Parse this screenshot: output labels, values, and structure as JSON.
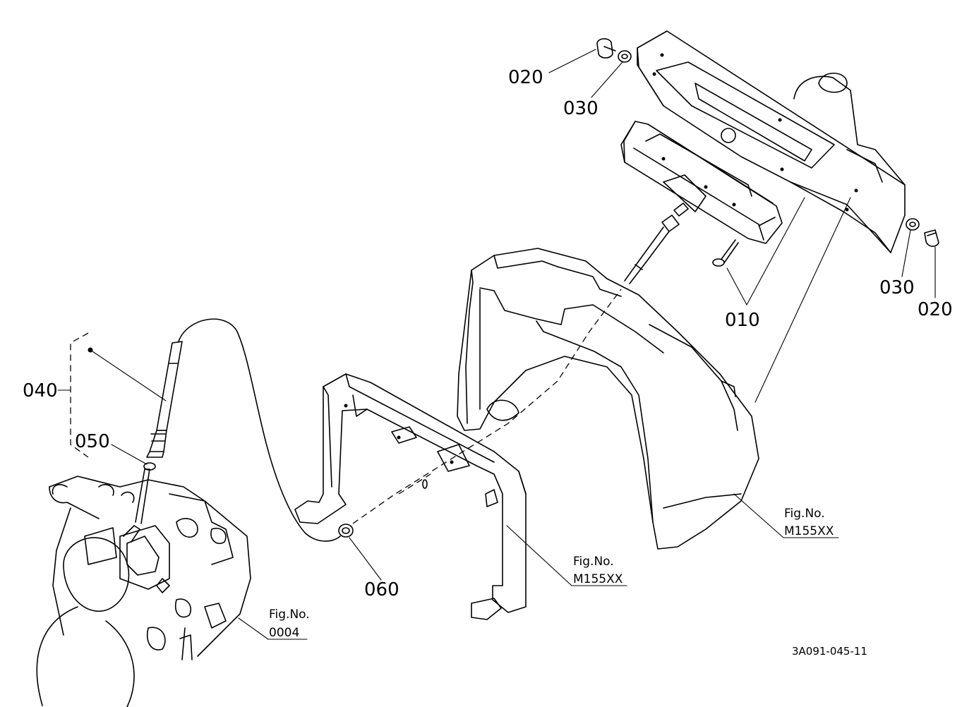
{
  "drawing_id": "3A091-045-11",
  "part_labels": {
    "p010": "010",
    "p020_top": "020",
    "p020_right": "020",
    "p030_top": "030",
    "p030_right": "030",
    "p040": "040",
    "p050": "050",
    "p060": "060"
  },
  "figure_refs": {
    "frame_fig": "Fig.No.",
    "frame_num": "M155XX",
    "hood_fig": "Fig.No.",
    "hood_num": "M155XX",
    "trans_fig": "Fig.No.",
    "trans_num": "0004"
  }
}
